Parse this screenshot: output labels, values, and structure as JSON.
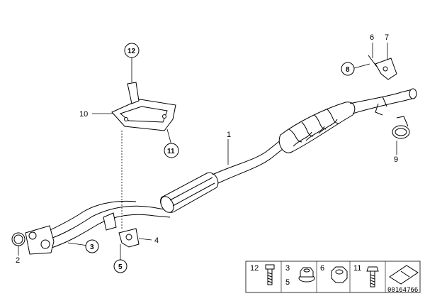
{
  "callouts": {
    "c1": "1",
    "c2": "2",
    "c3": "3",
    "c4": "4",
    "c5": "5",
    "c6": "6",
    "c7": "7",
    "c8": "8",
    "c9": "9",
    "c10": "10",
    "c11": "11",
    "c12": "12"
  },
  "legend": {
    "items": [
      {
        "label": "12",
        "icon": "bolt-icon"
      },
      {
        "label": "3",
        "icon": "flange-nut-icon"
      },
      {
        "label": "5",
        "icon": "flange-nut-icon"
      },
      {
        "label": "6",
        "icon": "hex-nut-icon"
      },
      {
        "label": "11",
        "icon": "screw-icon"
      }
    ],
    "arrow_icon": "direction-arrow-icon"
  },
  "doc_number": "00164766"
}
